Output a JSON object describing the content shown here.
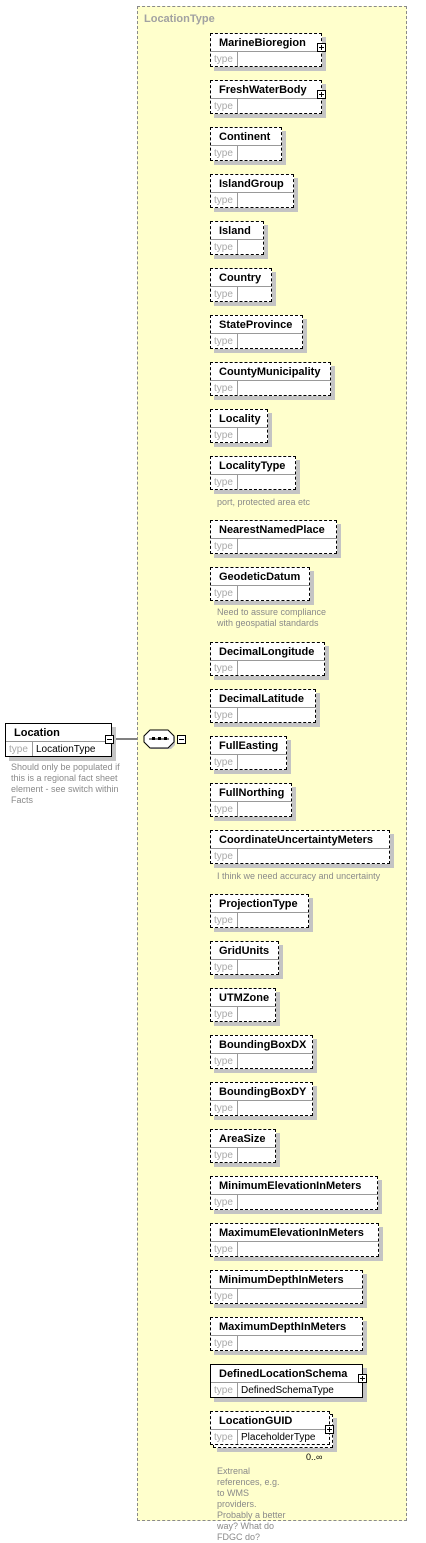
{
  "container_title": "LocationType",
  "type_label": "type",
  "root": {
    "name": "Location",
    "type": "LocationType",
    "note": "Should only be populated if this is a regional fact sheet element - see switch within Facts"
  },
  "cardinality_last": "0..∞",
  "elements": [
    {
      "name": "MarineBioregion",
      "type": "",
      "note": "",
      "expand": true,
      "optional": true
    },
    {
      "name": "FreshWaterBody",
      "type": "",
      "note": "",
      "expand": true,
      "optional": true
    },
    {
      "name": "Continent",
      "type": "",
      "note": "",
      "expand": false,
      "optional": true
    },
    {
      "name": "IslandGroup",
      "type": "",
      "note": "",
      "expand": false,
      "optional": true
    },
    {
      "name": "Island",
      "type": "",
      "note": "",
      "expand": false,
      "optional": true
    },
    {
      "name": "Country",
      "type": "",
      "note": "",
      "expand": false,
      "optional": true
    },
    {
      "name": "StateProvince",
      "type": "",
      "note": "",
      "expand": false,
      "optional": true
    },
    {
      "name": "CountyMunicipality",
      "type": "",
      "note": "",
      "expand": false,
      "optional": true
    },
    {
      "name": "Locality",
      "type": "",
      "note": "",
      "expand": false,
      "optional": true
    },
    {
      "name": "LocalityType",
      "type": "",
      "note": "port, protected area etc",
      "expand": false,
      "optional": true
    },
    {
      "name": "NearestNamedPlace",
      "type": "",
      "note": "",
      "expand": false,
      "optional": true
    },
    {
      "name": "GeodeticDatum",
      "type": "",
      "note": "Need to assure compliance with geospatial standards",
      "expand": false,
      "optional": true
    },
    {
      "name": "DecimalLongitude",
      "type": "",
      "note": "",
      "expand": false,
      "optional": true
    },
    {
      "name": "DecimalLatitude",
      "type": "",
      "note": "",
      "expand": false,
      "optional": true
    },
    {
      "name": "FullEasting",
      "type": "",
      "note": "",
      "expand": false,
      "optional": true
    },
    {
      "name": "FullNorthing",
      "type": "",
      "note": "",
      "expand": false,
      "optional": true
    },
    {
      "name": "CoordinateUncertaintyMeters",
      "type": "",
      "note": "I think we need accuracy and uncertainty",
      "expand": false,
      "optional": true
    },
    {
      "name": "ProjectionType",
      "type": "",
      "note": "",
      "expand": false,
      "optional": true
    },
    {
      "name": "GridUnits",
      "type": "",
      "note": "",
      "expand": false,
      "optional": true
    },
    {
      "name": "UTMZone",
      "type": "",
      "note": "",
      "expand": false,
      "optional": true
    },
    {
      "name": "BoundingBoxDX",
      "type": "",
      "note": "",
      "expand": false,
      "optional": true
    },
    {
      "name": "BoundingBoxDY",
      "type": "",
      "note": "",
      "expand": false,
      "optional": true
    },
    {
      "name": "AreaSize",
      "type": "",
      "note": "",
      "expand": false,
      "optional": true
    },
    {
      "name": "MinimumElevationInMeters",
      "type": "",
      "note": "",
      "expand": false,
      "optional": true
    },
    {
      "name": "MaximumElevationInMeters",
      "type": "",
      "note": "",
      "expand": false,
      "optional": true
    },
    {
      "name": "MinimumDepthInMeters",
      "type": "",
      "note": "",
      "expand": false,
      "optional": true
    },
    {
      "name": "MaximumDepthInMeters",
      "type": "",
      "note": "",
      "expand": false,
      "optional": true
    },
    {
      "name": "DefinedLocationSchema",
      "type": "DefinedSchemaType",
      "note": "",
      "expand": true,
      "optional": false
    },
    {
      "name": "LocationGUID",
      "type": "PlaceholderType",
      "note": "Extrenal references, e.g. to WMS providers. Probably a better way? What do FDGC do?",
      "expand": true,
      "optional": true,
      "stacked": true
    }
  ]
}
